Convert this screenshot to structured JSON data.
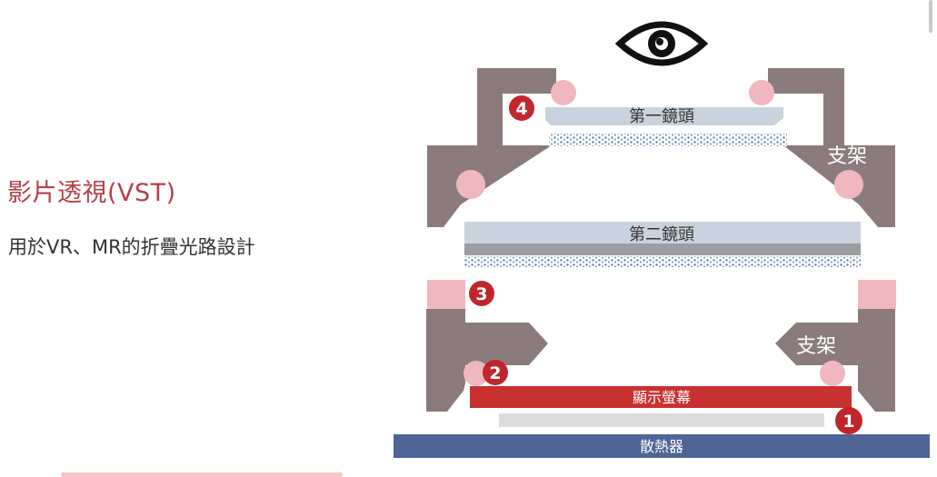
{
  "left_panel": {
    "title": "影片透視(VST)",
    "subtitle": "用於VR、MR的折疊光路設計"
  },
  "diagram": {
    "lens1_label": "第一鏡頭",
    "lens2_label": "第二鏡頭",
    "bracket_label_top": "支架",
    "bracket_label_bottom": "支架",
    "display_label": "顯示螢幕",
    "heatsink_label": "散熱器",
    "marker_1": "1",
    "marker_2": "2",
    "marker_3": "3",
    "marker_4": "4",
    "colors": {
      "bracket": "#8c7b7d",
      "lens": "#c9d3de",
      "lens_dark": "#9b9ea2",
      "display": "#c8312f",
      "heatsink": "#4f6595",
      "pink": "#f0b7bf",
      "marker": "#c0262a"
    }
  }
}
